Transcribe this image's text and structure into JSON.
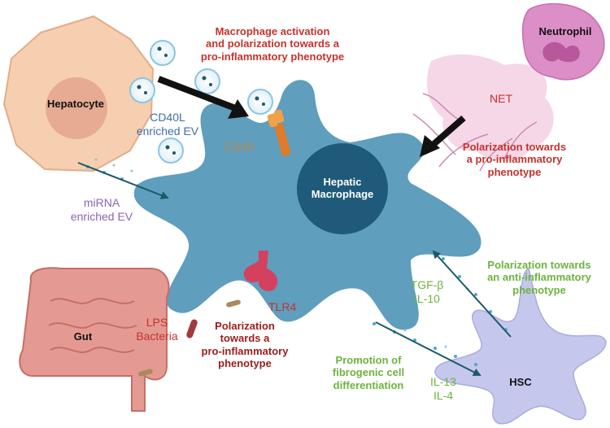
{
  "cells": {
    "hepatocyte": "Hepatocyte",
    "neutrophil": "Neutrophil",
    "macrophage_line1": "Hepatic",
    "macrophage_line2": "Macrophage",
    "gut": "Gut",
    "hsc": "HSC"
  },
  "labels": {
    "activation_line1": "Macrophage activation",
    "activation_line2": "and polarization towards a",
    "activation_line3": "pro-inflammatory phenotype",
    "cd40l_line1": "CD40L",
    "cd40l_line2": "enriched EV",
    "cd40": "CD40",
    "net": "NET",
    "neutrophil_pol_line1": "Polarization towards",
    "neutrophil_pol_line2": "a pro-inflammatory",
    "neutrophil_pol_line3": "phenotype",
    "mirna_line1": "miRNA",
    "mirna_line2": "enriched EV",
    "anti_pol_line1": "Polarization towards",
    "anti_pol_line2": "an anti-inflammatory",
    "anti_pol_line3": "phenotype",
    "tgfb": "TGF-β",
    "il10": "IL-10",
    "tlr4": "TLR4",
    "lps": "LPS",
    "bacteria": "Bacteria",
    "gut_pol_line1": "Polarization",
    "gut_pol_line2": "towards a",
    "gut_pol_line3": "pro-inflammatory",
    "gut_pol_line4": "phenotype",
    "fibro_line1": "Promotion of",
    "fibro_line2": "fibrogenic cell",
    "fibro_line3": "differentiation",
    "il13": "IL-13",
    "il4": "IL-4"
  },
  "colors": {
    "red_text": "#c5322c",
    "dark_red_text": "#9b1c1c",
    "blue_text": "#3f6fa8",
    "purple_text": "#8a63b5",
    "green_text": "#6db33f",
    "macrophage_fill": "#5f9ebd",
    "nucleus_fill": "#1f5a7a",
    "hepatocyte_fill": "#f6cfb0",
    "neutrophil_fill": "#dc8ec6",
    "hsc_fill": "#c5c8ec",
    "gut_fill": "#e49a92",
    "dot_blue": "#4aa8d0",
    "arrow_black": "#111111",
    "arrow_teal": "#1a5a6a"
  }
}
